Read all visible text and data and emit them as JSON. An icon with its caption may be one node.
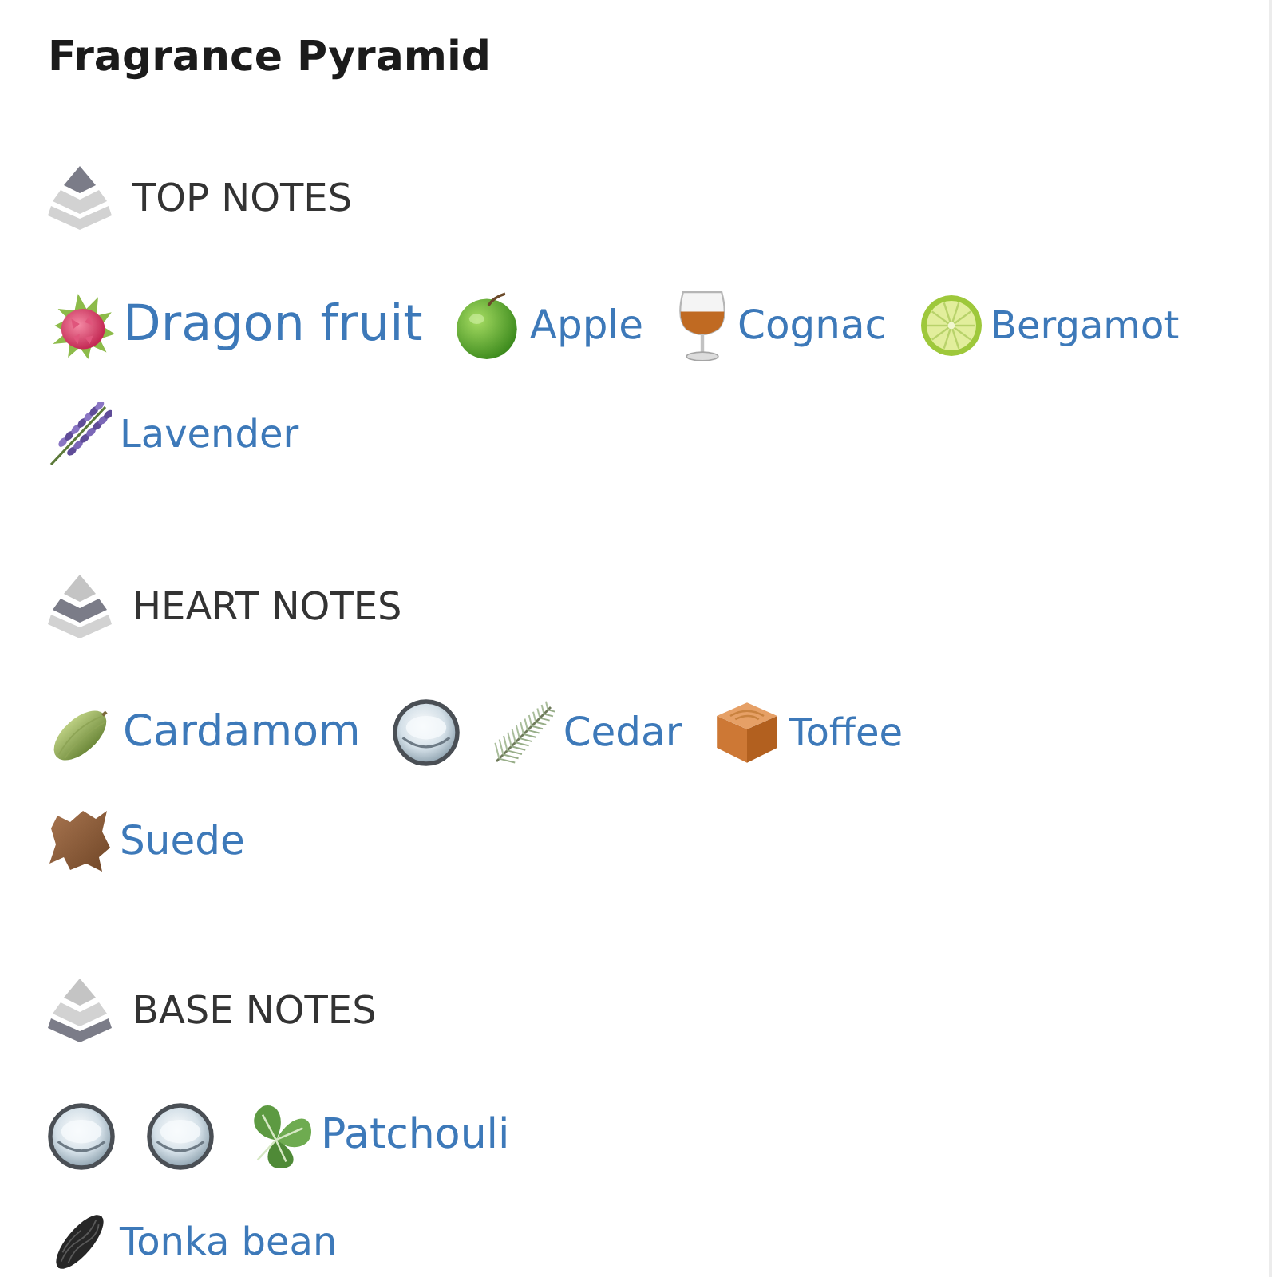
{
  "diagram": {
    "title": "Fragrance Pyramid",
    "labels": [
      "TOP NOTES",
      "Dragon fruit",
      "Apple",
      "Cognac",
      "Bergamot",
      "Lavender",
      "HEART NOTES",
      "Cardamom",
      "Cedar",
      "Toffee",
      "Suede",
      "BASE NOTES",
      "Patchouli",
      "Tonka bean"
    ]
  }
}
